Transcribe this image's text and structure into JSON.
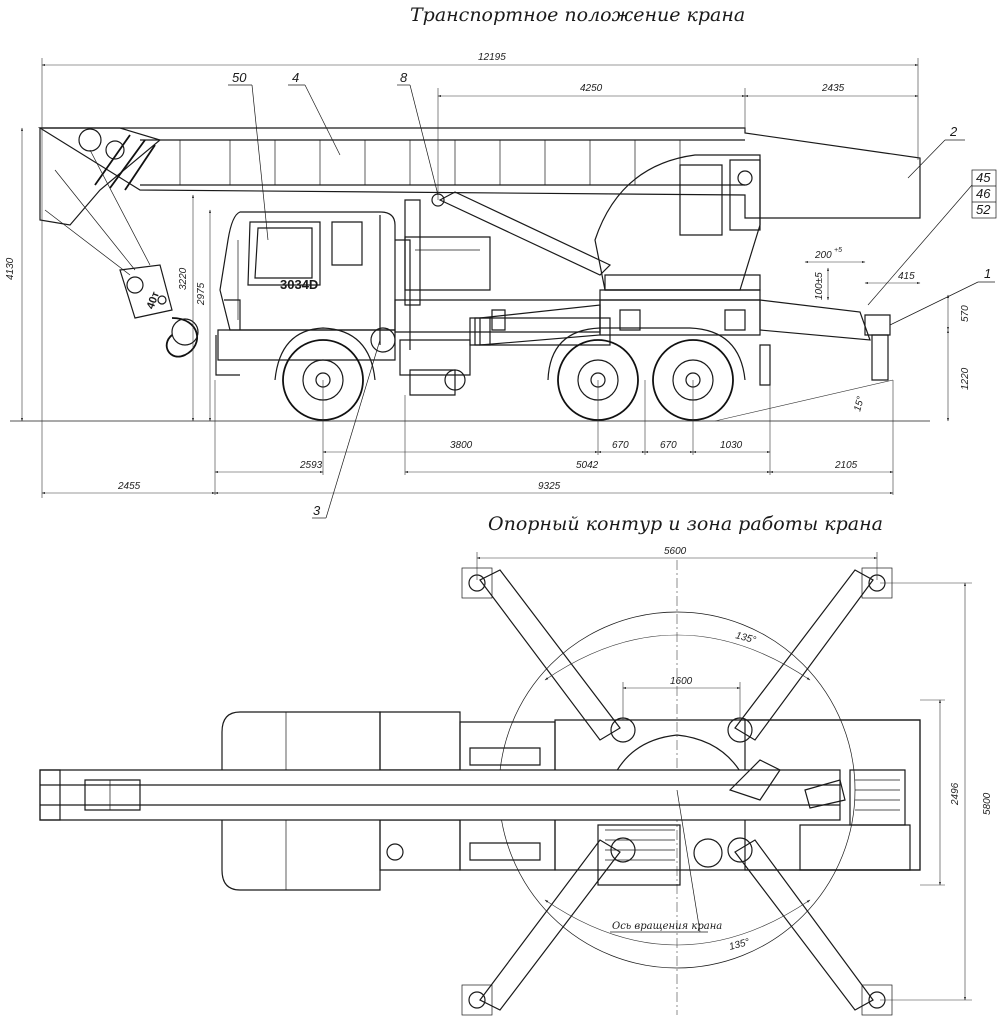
{
  "titles": {
    "transport": "Транспортное положение крана",
    "contour": "Опорный контур и зона работы крана"
  },
  "side_view": {
    "dimensions": {
      "overall_length": "12195",
      "boom_front": "4250",
      "boom_rear": "2435",
      "height_total": "4130",
      "height_cab": "3220",
      "height_cab2": "2975",
      "outrigger_offset": "200",
      "outrigger_offset_tol": "+5",
      "outrigger_height": "100±5",
      "rear_offset": "415",
      "outrigger_drop": "570",
      "rear_height": "1220",
      "wheelbase_front": "3800",
      "axle_gap_1": "670",
      "axle_gap_2": "670",
      "rear_to_axle": "1030",
      "front_overhang": "2593",
      "mid_span": "5042",
      "rear_overhang": "2105",
      "boom_overhang": "2455",
      "frame_length": "9325",
      "departure_angle": "15°"
    },
    "callouts": [
      "50",
      "4",
      "8",
      "2",
      "45",
      "46",
      "52",
      "1",
      "3"
    ],
    "cab_text": "3034D",
    "hook_text": "40т"
  },
  "plan_view": {
    "dimensions": {
      "outrigger_span": "5600",
      "turntable": "1600",
      "width_total": "5800",
      "width_frame": "2496",
      "angle_top": "135°",
      "angle_bottom": "135°"
    },
    "axis_label": "Ось вращения крана"
  }
}
